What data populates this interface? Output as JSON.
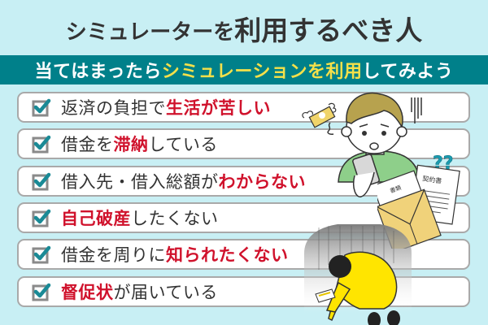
{
  "title": {
    "part1": "シミュレーターを",
    "part2": "利用するべき人"
  },
  "subtitle": {
    "part1": "当てはまったら",
    "highlight": "シミュレーションを利用",
    "part2": "してみよう"
  },
  "checklist": [
    {
      "before": "返済の負担で",
      "highlight": "生活が苦しい",
      "after": ""
    },
    {
      "before": "借金を",
      "highlight": "滞納",
      "after": "している"
    },
    {
      "before": "借入先・借入総額が",
      "highlight": "わからない",
      "after": ""
    },
    {
      "before": "",
      "highlight": "自己破産",
      "after": "したくない"
    },
    {
      "before": "借金を周りに",
      "highlight": "知られたくない",
      "after": ""
    },
    {
      "before": "",
      "highlight": "督促状",
      "after": "が届いている"
    }
  ],
  "illustrations": {
    "documents": {
      "label1": "書類",
      "label2": "契約書",
      "question": "??"
    }
  },
  "colors": {
    "background": "#c8eff4",
    "band": "#00808a",
    "band_highlight": "#f4e04a",
    "accent_red": "#d0122c",
    "check": "#1a8a96",
    "text": "#333333"
  }
}
